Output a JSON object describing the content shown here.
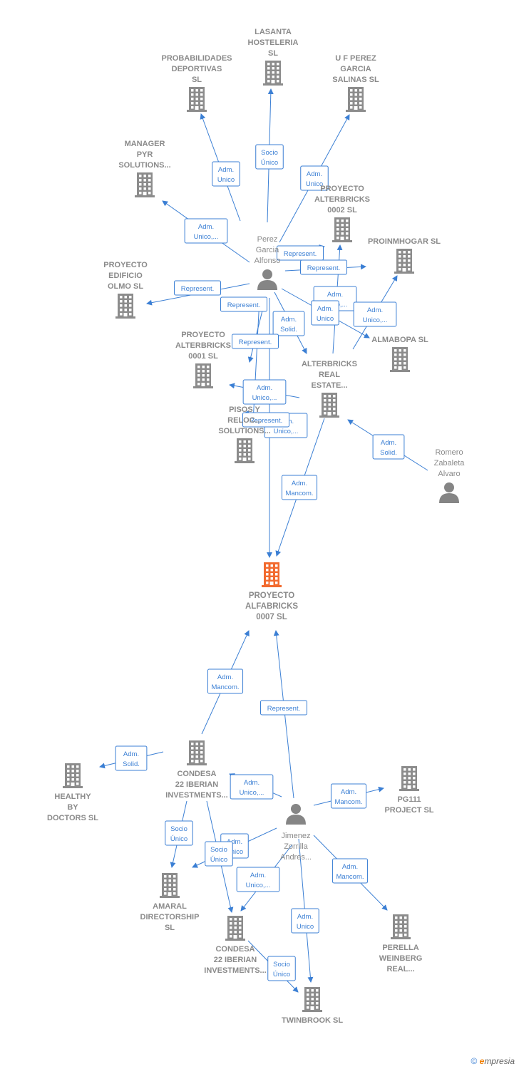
{
  "colors": {
    "edge": "#3b7fd4",
    "company": "#8c8c8c",
    "focus": "#f26a2e",
    "person": "#858585",
    "text": "#8a8a8a"
  },
  "nodes": [
    {
      "id": "lasanta",
      "type": "company",
      "lines": [
        "LASANTA",
        "HOSTELERIA",
        "SL"
      ]
    },
    {
      "id": "probabilidades",
      "type": "company",
      "lines": [
        "PROBABILIDADES",
        "DEPORTIVAS",
        "SL"
      ]
    },
    {
      "id": "ufperez",
      "type": "company",
      "lines": [
        "U F PEREZ",
        "GARCIA",
        "SALINAS  SL"
      ]
    },
    {
      "id": "manager",
      "type": "company",
      "lines": [
        "MANAGER",
        "PYR",
        "SOLUTIONS..."
      ]
    },
    {
      "id": "alterbricks0002",
      "type": "company",
      "lines": [
        "PROYECTO",
        "ALTERBRICKS",
        "0002  SL"
      ]
    },
    {
      "id": "proinmhogar",
      "type": "company",
      "lines": [
        "PROINMHOGAR SL"
      ]
    },
    {
      "id": "perez",
      "type": "person",
      "lines": [
        "Perez",
        "Garcia",
        "Alfonso"
      ]
    },
    {
      "id": "edificio",
      "type": "company",
      "lines": [
        "PROYECTO",
        "EDIFICIO",
        "OLMO  SL"
      ]
    },
    {
      "id": "alterbricks0001",
      "type": "company",
      "lines": [
        "PROYECTO",
        "ALTERBRICKS",
        "0001  SL"
      ]
    },
    {
      "id": "almabopa",
      "type": "company",
      "lines": [
        "ALMABOPA  SL"
      ]
    },
    {
      "id": "alterbricksreal",
      "type": "company",
      "lines": [
        "ALTERBRICKS",
        "REAL",
        "ESTATE..."
      ]
    },
    {
      "id": "pisos",
      "type": "company",
      "lines": [
        "PISOS Y",
        "RELOC...",
        "SOLUTIONS..."
      ]
    },
    {
      "id": "romero",
      "type": "person",
      "lines": [
        "Romero",
        "Zabaleta",
        "Alvaro"
      ]
    },
    {
      "id": "alfabricks",
      "type": "focus",
      "lines": [
        "PROYECTO",
        "ALFABRICKS",
        "0007  SL"
      ]
    },
    {
      "id": "condesa1",
      "type": "company",
      "lines": [
        "CONDESA",
        "22 IBERIAN",
        "INVESTMENTS..."
      ]
    },
    {
      "id": "healthy",
      "type": "company",
      "lines": [
        "HEALTHY",
        "BY",
        "DOCTORS  SL"
      ]
    },
    {
      "id": "pg111",
      "type": "company",
      "lines": [
        "PG111",
        "PROJECT  SL"
      ]
    },
    {
      "id": "jimenez",
      "type": "person",
      "lines": [
        "Jimenez",
        "Zorrilla",
        "Andres..."
      ]
    },
    {
      "id": "amaral",
      "type": "company",
      "lines": [
        "AMARAL",
        "DIRECTORSHIP",
        "SL"
      ]
    },
    {
      "id": "condesa2",
      "type": "company",
      "lines": [
        "CONDESA",
        "22 IBERIAN",
        "INVESTMENTS..."
      ]
    },
    {
      "id": "perella",
      "type": "company",
      "lines": [
        "PERELLA",
        "WEINBERG",
        "REAL..."
      ]
    },
    {
      "id": "twinbrook",
      "type": "company",
      "lines": [
        "TWINBROOK SL"
      ]
    }
  ],
  "edges": [
    {
      "from": "perez",
      "to": "lasanta",
      "lines": [
        "Socio",
        "Único"
      ]
    },
    {
      "from": "perez",
      "to": "probabilidades",
      "lines": [
        "Adm.",
        "Unico"
      ]
    },
    {
      "from": "perez",
      "to": "ufperez",
      "lines": [
        "Adm.",
        "Unico"
      ]
    },
    {
      "from": "perez",
      "to": "manager",
      "lines": [
        "Adm.",
        "Unico,..."
      ]
    },
    {
      "from": "perez",
      "to": "alterbricks0002",
      "lines": [
        "Represent."
      ]
    },
    {
      "from": "perez",
      "to": "proinmhogar",
      "lines": [
        "Represent."
      ]
    },
    {
      "from": "perez",
      "to": "edificio",
      "lines": [
        "Represent."
      ]
    },
    {
      "from": "perez",
      "to": "alfabricks",
      "lines": [
        "Represent."
      ]
    },
    {
      "from": "perez",
      "to": "almabopa",
      "lines": [
        "Adm.",
        "Unico,..."
      ]
    },
    {
      "from": "perez",
      "to": "alterbricksreal",
      "lines": [
        "Adm.",
        "Solid."
      ]
    },
    {
      "from": "perez",
      "to": "alterbricks0001",
      "lines": [
        "Represent."
      ]
    },
    {
      "from": "alterbricksreal",
      "to": "alterbricks0002",
      "lines": [
        "Adm.",
        "Unico"
      ]
    },
    {
      "from": "alterbricksreal",
      "to": "proinmhogar",
      "lines": [
        "Adm.",
        "Unico,..."
      ]
    },
    {
      "from": "alterbricksreal",
      "to": "alterbricks0001",
      "lines": [
        "Adm.",
        "Unico,..."
      ]
    },
    {
      "from": "alterbricksreal",
      "to": "pisos",
      "lines": [
        "Adm.",
        "Unico,..."
      ]
    },
    {
      "from": "perez",
      "to": "pisos",
      "lines": [
        "Represent."
      ]
    },
    {
      "from": "alterbricksreal",
      "to": "alfabricks",
      "lines": [
        "Adm.",
        "Mancom."
      ]
    },
    {
      "from": "romero",
      "to": "alterbricksreal",
      "lines": [
        "Adm.",
        "Solid."
      ]
    },
    {
      "from": "condesa1",
      "to": "alfabricks",
      "lines": [
        "Adm.",
        "Mancom."
      ]
    },
    {
      "from": "jimenez",
      "to": "alfabricks",
      "lines": [
        "Represent."
      ]
    },
    {
      "from": "condesa1",
      "to": "healthy",
      "lines": [
        "Adm.",
        "Solid."
      ]
    },
    {
      "from": "jimenez",
      "to": "condesa1",
      "lines": [
        "Adm.",
        "Unico,..."
      ]
    },
    {
      "from": "jimenez",
      "to": "pg111",
      "lines": [
        "Adm.",
        "Mancom."
      ]
    },
    {
      "from": "condesa1",
      "to": "amaral",
      "lines": [
        "Socio",
        "Único"
      ]
    },
    {
      "from": "jimenez",
      "to": "amaral",
      "lines": [
        "Adm.",
        "Unico"
      ]
    },
    {
      "from": "condesa1",
      "to": "condesa2",
      "lines": [
        "Socio",
        "Único"
      ]
    },
    {
      "from": "jimenez",
      "to": "condesa2",
      "lines": [
        "Adm.",
        "Unico,..."
      ]
    },
    {
      "from": "jimenez",
      "to": "perella",
      "lines": [
        "Adm.",
        "Mancom."
      ]
    },
    {
      "from": "jimenez",
      "to": "twinbrook",
      "lines": [
        "Adm.",
        "Unico"
      ]
    },
    {
      "from": "condesa2",
      "to": "twinbrook",
      "lines": [
        "Socio",
        "Único"
      ]
    }
  ],
  "footer": {
    "copyright": "©",
    "brand_initial": "e",
    "brand_rest": "mpresia"
  }
}
